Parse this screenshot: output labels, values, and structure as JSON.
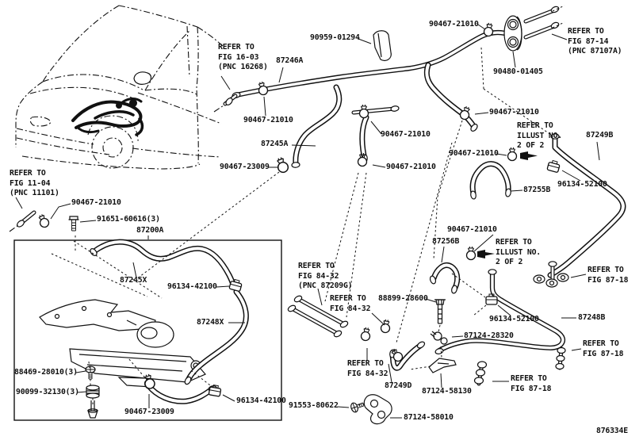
{
  "diagram": {
    "code": "876334E",
    "background": "#ffffff",
    "line_color": "#111111",
    "description": "Toyota heater piping parts diagram"
  },
  "labels": [
    {
      "name": "ref-fig-16-03",
      "text": "REFER TO\nFIG 16-03\n(PNC 16268)"
    },
    {
      "name": "part-90959-01294",
      "text": "90959-01294"
    },
    {
      "name": "part-90467-21010-1",
      "text": "90467-21010"
    },
    {
      "name": "ref-fig-87-14",
      "text": "REFER TO\nFIG 87-14\n(PNC 87107A)"
    },
    {
      "name": "part-90480-01405",
      "text": "90480-01405"
    },
    {
      "name": "part-87246A",
      "text": "87246A"
    },
    {
      "name": "part-90467-21010-2",
      "text": "90467-21010"
    },
    {
      "name": "part-87245A",
      "text": "87245A"
    },
    {
      "name": "part-90467-21010-3",
      "text": "90467-21010"
    },
    {
      "name": "part-90467-23009-1",
      "text": "90467-23009"
    },
    {
      "name": "part-90467-21010-4",
      "text": "90467-21010"
    },
    {
      "name": "part-90467-21010-5",
      "text": "90467-21010"
    },
    {
      "name": "ref-illust-1",
      "text": "REFER TO\nILLUST NO.\n2 OF 2"
    },
    {
      "name": "part-87249B",
      "text": "87249B"
    },
    {
      "name": "part-90467-21010-6",
      "text": "90467-21010"
    },
    {
      "name": "part-96134-52100-1",
      "text": "96134-52100"
    },
    {
      "name": "part-87255B",
      "text": "87255B"
    },
    {
      "name": "ref-fig-11-04",
      "text": "REFER TO\nFIG 11-04\n(PNC 11101)"
    },
    {
      "name": "part-90467-21010-7",
      "text": "90467-21010"
    },
    {
      "name": "part-91651-60616",
      "text": "91651-60616(3)"
    },
    {
      "name": "part-87200A",
      "text": "87200A"
    },
    {
      "name": "part-87245X",
      "text": "87245X"
    },
    {
      "name": "part-96134-42100-1",
      "text": "96134-42100"
    },
    {
      "name": "part-87248X",
      "text": "87248X"
    },
    {
      "name": "part-88469-28010",
      "text": "88469-28010(3)"
    },
    {
      "name": "part-90099-32130",
      "text": "90099-32130(3)"
    },
    {
      "name": "part-90467-23009-2",
      "text": "90467-23009"
    },
    {
      "name": "part-96134-42100-2",
      "text": "96134-42100"
    },
    {
      "name": "ref-fig-84-32-a",
      "text": "REFER TO\nFIG 84-32\n(PNC 87209G)"
    },
    {
      "name": "ref-fig-84-32-b",
      "text": "REFER TO\nFIG 84-32"
    },
    {
      "name": "part-88899-28600",
      "text": "88899-28600"
    },
    {
      "name": "ref-fig-84-32-c",
      "text": "REFER TO\nFIG 84-32"
    },
    {
      "name": "part-87249D",
      "text": "87249D"
    },
    {
      "name": "part-87124-58130",
      "text": "87124-58130"
    },
    {
      "name": "part-91553-80622",
      "text": "91553-80622"
    },
    {
      "name": "part-87124-58010",
      "text": "87124-58010"
    },
    {
      "name": "part-90467-21010-8",
      "text": "90467-21010"
    },
    {
      "name": "part-87256B",
      "text": "87256B"
    },
    {
      "name": "ref-illust-2",
      "text": "REFER TO\nILLUST NO.\n2 OF 2"
    },
    {
      "name": "ref-fig-87-18-a",
      "text": "REFER TO\nFIG 87-18"
    },
    {
      "name": "part-96134-52100-2",
      "text": "96134-52100"
    },
    {
      "name": "part-87248B",
      "text": "87248B"
    },
    {
      "name": "part-87124-28320",
      "text": "87124-28320"
    },
    {
      "name": "ref-fig-87-18-b",
      "text": "REFER TO\nFIG 87-18"
    },
    {
      "name": "ref-fig-87-18-c",
      "text": "REFER TO\nFIG 87-18"
    },
    {
      "name": "diagram-code",
      "text": "876334E"
    }
  ]
}
